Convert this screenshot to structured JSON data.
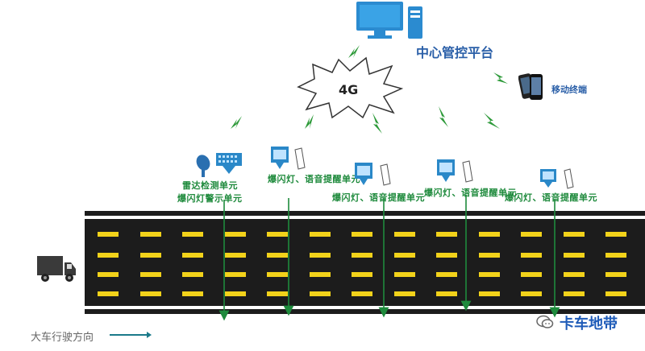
{
  "center_platform": {
    "label": "中心管控平台",
    "icon": "computer-icon"
  },
  "network": {
    "label": "4G"
  },
  "mobile_terminal": {
    "label": "移动终端",
    "icon": "smartphone-icon"
  },
  "radar_unit": {
    "line1": "雷达检测单元",
    "line2": "爆闪灯警示单元"
  },
  "flash_voice_units": [
    {
      "label": "爆闪灯、语音提醒单元"
    },
    {
      "label": "爆闪灯、语音提醒单元"
    },
    {
      "label": "爆闪灯、语音提醒单元"
    },
    {
      "label": "爆闪灯、语音提醒单元"
    }
  ],
  "direction": {
    "label": "大车行驶方向",
    "icon": "arrow-right-icon"
  },
  "truck": {
    "icon": "truck-icon"
  },
  "watermark": {
    "text": "卡车地带"
  },
  "colors": {
    "road": "#1c1c1c",
    "lane_marks": "#f2d21a",
    "signal_lines": "#1e8a3c",
    "device_blue": "#2a88c8",
    "lightning_green": "#2e9a3a"
  }
}
